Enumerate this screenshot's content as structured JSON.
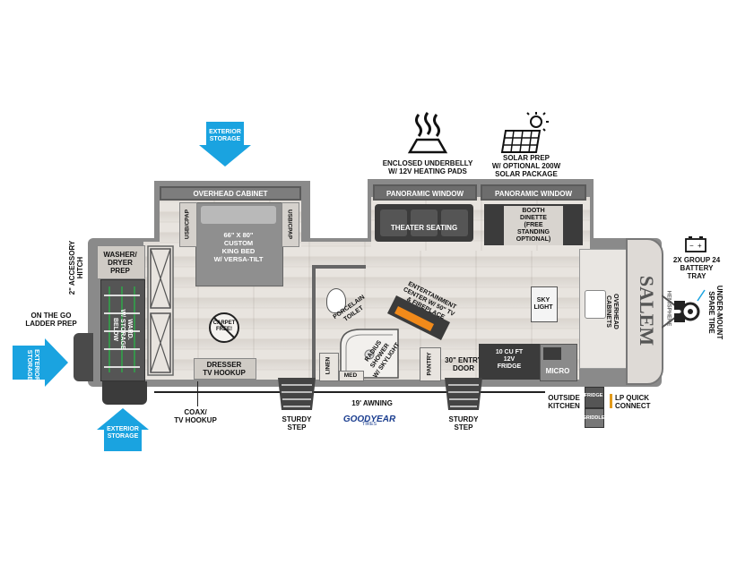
{
  "labels": {
    "exterior_storage_top": "EXTERIOR STORAGE",
    "exterior_storage_left": "EXTERIOR STORAGE",
    "exterior_storage_bottom": "EXTERIOR STORAGE",
    "enclosed_underbelly": "ENCLOSED UNDERBELLY\nW/ 12V HEATING PADS",
    "solar_prep": "SOLAR PREP\nW/ OPTIONAL 200W\nSOLAR PACKAGE",
    "overhead_cabinet": "OVERHEAD CABINET",
    "panoramic_window_1": "PANORAMIC WINDOW",
    "panoramic_window_2": "PANORAMIC WINDOW",
    "theater_seating": "THEATER SEATING",
    "booth_dinette": "BOOTH\nDINETTE\n(FREE\nSTANDING\nOPTIONAL)",
    "usb_cpap_left": "USB/CPAP",
    "usb_cpap_right": "USB/CPAP",
    "king_bed": "66\" X 80\"\nCUSTOM\nKING BED\nW/ VERSA-TILT",
    "washer_dryer": "WASHER/\nDRYER\nPREP",
    "accessory_hitch": "2\" ACCESSORY\nHITCH",
    "ladder_prep": "ON THE GO\nLADDER PREP",
    "wardrobe": "WARD.\nW/ STORAGE\nBELOW",
    "carpet_free": "CARPET\nFREE!",
    "dresser": "DRESSER\nTV HOOKUP",
    "coax": "COAX/\nTV HOOKUP",
    "porcelain_toilet": "PORCELAIN\nTOILET",
    "entertainment_center": "ENTERTAINMENT\nCENTER W/ 50\" TV\n& FIREPLACE",
    "radius_shower": "RADIUS\nSHOWER\nW/ SKYLIGHT",
    "linen": "LINEN",
    "med": "MED",
    "pantry": "PANTRY",
    "entry_door": "30\" ENTRY\nDOOR",
    "fridge_main": "10 CU FT\n12V\nFRIDGE",
    "micro": "MICRO",
    "sky_light": "SKY\nLIGHT",
    "overhead_cabinets": "OVERHEAD\nCABINETS",
    "battery_tray": "2X GROUP 24\nBATTERY\nTRAY",
    "spare_tire": "UNDER-MOUNT\nSPARE TIRE",
    "awning": "19' AWNING",
    "sturdy_step_1": "STURDY\nSTEP",
    "sturdy_step_2": "STURDY\nSTEP",
    "outside_kitchen": "OUTSIDE\nKITCHEN",
    "fridge_outside": "FRIDGE",
    "griddle": "GRIDDLE",
    "lp_connect": "LP QUICK\nCONNECT",
    "goodyear": "GOODYEAR",
    "tires": "TIRES",
    "brand": "SALEM",
    "brand_sub": "HEMISPHERE"
  },
  "colors": {
    "storage_blue": "#1aa3e0",
    "cabinet_gray": "#7d7d7d",
    "dark_gray": "#3b3b3b",
    "goodyear_blue": "#1a3d8f",
    "goodyear_yellow": "#f2c200",
    "fireplace_orange": "#f28a1a"
  },
  "icons": [
    "heating-pads-icon",
    "solar-panel-icon",
    "battery-icon",
    "spare-tire-icon"
  ]
}
